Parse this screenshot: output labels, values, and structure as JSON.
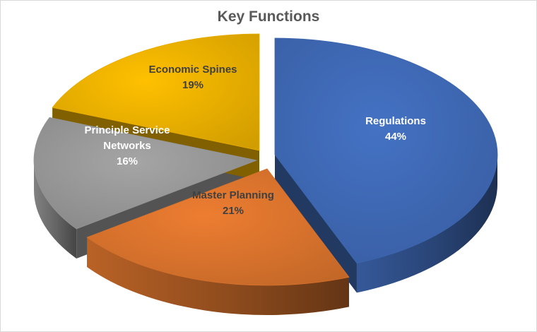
{
  "chart_data": {
    "type": "pie",
    "title": "Key Functions",
    "categories": [
      "Regulations",
      "Master Planning",
      "Principle Service Networks",
      "Economic Spines"
    ],
    "values": [
      44,
      21,
      16,
      19
    ],
    "value_labels": [
      "44%",
      "21%",
      "16%",
      "19%"
    ],
    "label_lines": [
      [
        "Regulations"
      ],
      [
        "Master Planning"
      ],
      [
        "Principle Service",
        "Networks"
      ],
      [
        "Economic Spines"
      ]
    ],
    "colors": [
      "#4472c4",
      "#ed7d31",
      "#a5a5a5",
      "#ffc000"
    ],
    "label_colors": [
      "#ffffff",
      "#404040",
      "#ffffff",
      "#404040"
    ],
    "style": "3D exploded pie",
    "legend": "none"
  }
}
